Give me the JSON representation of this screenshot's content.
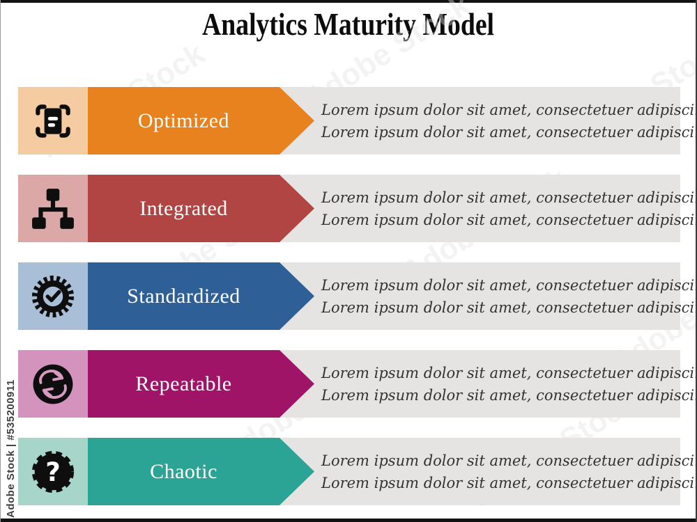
{
  "title": "Analytics Maturity Model",
  "watermark": {
    "vertical_label": "Adobe Stock | #535200911",
    "diagonal_label": "Adobe Stock"
  },
  "colors": {
    "panel_background": "#e5e4e2",
    "description_text": "#323232",
    "title_text": "#0c0c0c"
  },
  "rows": [
    {
      "label": "Optimized",
      "icon": "scan-document-icon",
      "arrow_color": "#E8821E",
      "tile_color": "#F5CBA1",
      "desc": [
        "Lorem ipsum dolor sit amet, consectetuer adipiscing elit.",
        "Lorem ipsum dolor sit amet, consectetuer adipiscing elit."
      ]
    },
    {
      "label": "Integrated",
      "icon": "hierarchy-icon",
      "arrow_color": "#B14544",
      "tile_color": "#DBA8A7",
      "desc": [
        "Lorem ipsum dolor sit amet, consectetuer adipiscing elit.",
        "Lorem ipsum dolor sit amet, consectetuer adipiscing elit."
      ]
    },
    {
      "label": "Standardized",
      "icon": "badge-check-icon",
      "arrow_color": "#2E6097",
      "tile_color": "#A9BFD7",
      "desc": [
        "Lorem ipsum dolor sit amet, consectetuer adipiscing elit.",
        "Lorem ipsum dolor sit amet, consectetuer adipiscing elit."
      ]
    },
    {
      "label": "Repeatable",
      "icon": "sync-arrows-icon",
      "arrow_color": "#A01468",
      "tile_color": "#D393BD",
      "desc": [
        "Lorem ipsum dolor sit amet, consectetuer adipiscing elit.",
        "Lorem ipsum dolor sit amet, consectetuer adipiscing elit."
      ]
    },
    {
      "label": "Chaotic",
      "icon": "question-seal-icon",
      "arrow_color": "#2BA495",
      "tile_color": "#A7D5CA",
      "desc": [
        "Lorem ipsum dolor sit amet, consectetuer adipiscing elit.",
        "Lorem ipsum dolor sit amet, consectetuer adipiscing elit."
      ]
    }
  ]
}
